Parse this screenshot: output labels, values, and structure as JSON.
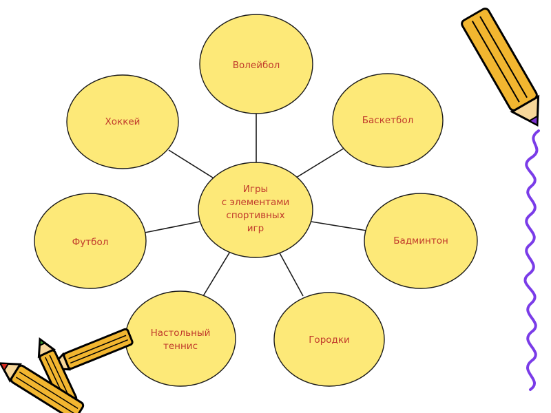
{
  "colors": {
    "node_fill": "#fde978",
    "text": "#c0392b",
    "line": "#1a1a1a",
    "pencil_body": "#f2b630",
    "pencil_outline": "#000000",
    "pencil_tip_purple": "#7b2fd0",
    "pencil_tip_red": "#d62a1e",
    "pencil_tip_green": "#3a9a2a",
    "squiggle": "#7a3ce8"
  },
  "center": {
    "lines": [
      "Игры",
      "с элементами",
      "спортивных",
      "игр"
    ]
  },
  "nodes": [
    {
      "id": "volleyball",
      "lines": [
        "Волейбол"
      ]
    },
    {
      "id": "basketball",
      "lines": [
        "Баскетбол"
      ]
    },
    {
      "id": "badminton",
      "lines": [
        "Бадминтон"
      ]
    },
    {
      "id": "gorodki",
      "lines": [
        "Городки"
      ]
    },
    {
      "id": "table-tennis",
      "lines": [
        "Настольный",
        "теннис"
      ]
    },
    {
      "id": "football",
      "lines": [
        "Футбол"
      ]
    },
    {
      "id": "hockey",
      "lines": [
        "Хоккей"
      ]
    }
  ],
  "icons": {
    "pencil_top_right": "pencil-icon",
    "pencils_bottom_left": "pencils-icon",
    "squiggle_right": "squiggle-line-icon"
  }
}
